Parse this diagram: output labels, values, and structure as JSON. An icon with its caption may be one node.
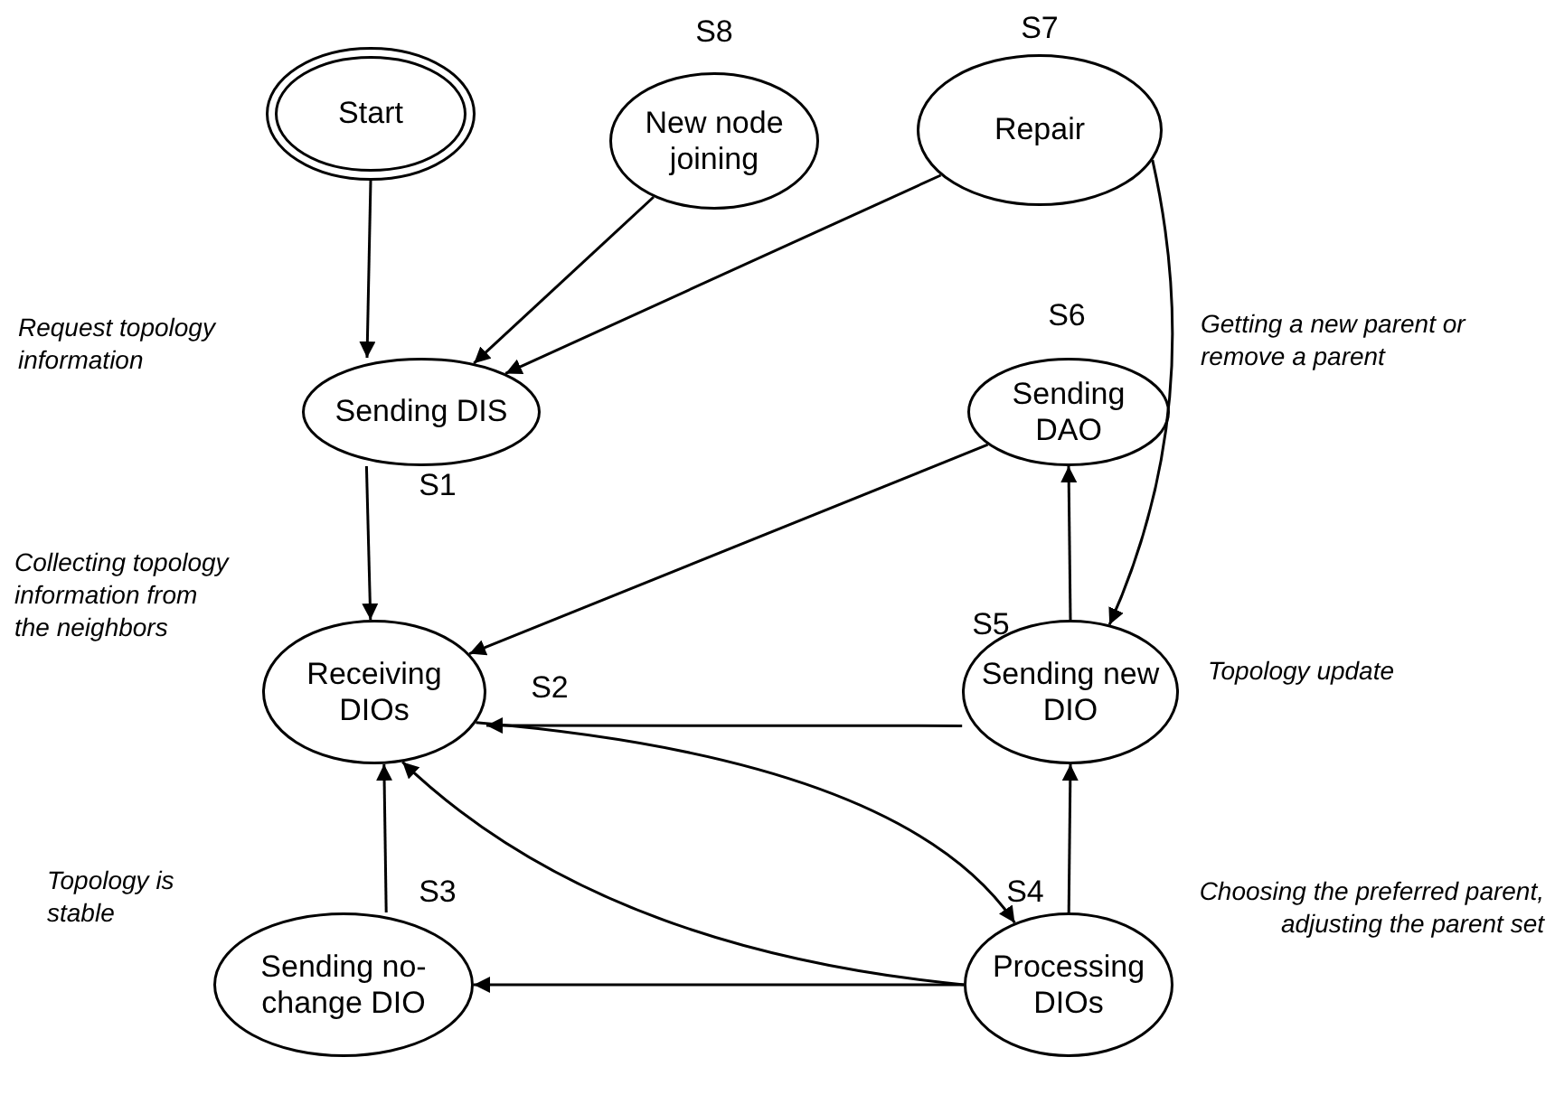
{
  "diagram": {
    "nodes": [
      {
        "text": [
          "Start"
        ]
      },
      {
        "text": [
          "New node joining"
        ],
        "beside": [
          "S8"
        ]
      },
      {
        "text": [
          "Repair"
        ],
        "beside": [
          "S7"
        ]
      },
      {
        "text": [
          "Sending DIS"
        ],
        "beside": [
          "Request topology information",
          "S1"
        ]
      },
      {
        "text": [
          "Sending DAO"
        ],
        "beside": [
          "S6",
          "Getting a new parent or remove a parent"
        ]
      },
      {
        "text": [
          "Receiving DIOs"
        ],
        "beside": [
          "Collecting topology information from the neighbors",
          "S2"
        ]
      },
      {
        "text": [
          "Sending new DIO"
        ],
        "beside": [
          "S5",
          "Topology update"
        ]
      },
      {
        "text": [
          "Sending no-change DIO"
        ],
        "beside": [
          "Topology is stable",
          "S3"
        ]
      },
      {
        "text": [
          "Processing DIOs"
        ],
        "beside": [
          "S4",
          "Choosing the preferred parent, adjusting the parent set"
        ]
      }
    ],
    "edges": [
      {
        "from": 0,
        "to": 3,
        "arrow": "to"
      },
      {
        "from": 1,
        "to": 3,
        "arrow": "to"
      },
      {
        "from": 2,
        "to": 3,
        "arrow": "to"
      },
      {
        "from": 3,
        "to": 5,
        "arrow": "to"
      },
      {
        "from": 4,
        "to": 5,
        "arrow": "to"
      },
      {
        "from": 6,
        "to": 5,
        "arrow": "to"
      },
      {
        "from": 5,
        "to": 8,
        "arrow": "to"
      },
      {
        "from": 8,
        "to": 5,
        "arrow": "to"
      },
      {
        "from": 8,
        "to": 7,
        "arrow": "to"
      },
      {
        "from": 7,
        "to": 5,
        "arrow": "to"
      },
      {
        "from": 8,
        "to": 6,
        "arrow": "to"
      },
      {
        "from": 6,
        "to": 4,
        "arrow": "to"
      },
      {
        "from": 2,
        "to": 6,
        "arrow": "to"
      }
    ]
  }
}
